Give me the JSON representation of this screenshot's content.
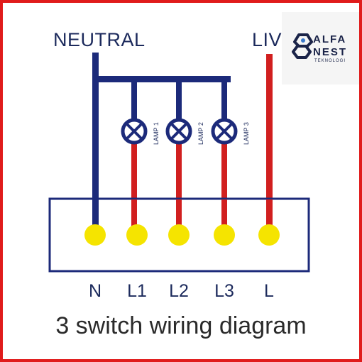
{
  "labels": {
    "neutral": "NEUTRAL",
    "live": "LIV"
  },
  "lamps": [
    "LAMP 1",
    "LAMP 2",
    "LAMP 3"
  ],
  "terminals": [
    "N",
    "L1",
    "L2",
    "L3",
    "L"
  ],
  "caption": "3 switch wiring diagram",
  "logo": {
    "line1": "ALFA",
    "line2": "NEST",
    "line3": "TEKNOLOGI"
  },
  "colors": {
    "neutral_wire": "#1c2a7a",
    "live_wire": "#d11f1f",
    "terminal": "#f5e400",
    "frame": "#e01b1b",
    "text": "#1c2a5c"
  }
}
